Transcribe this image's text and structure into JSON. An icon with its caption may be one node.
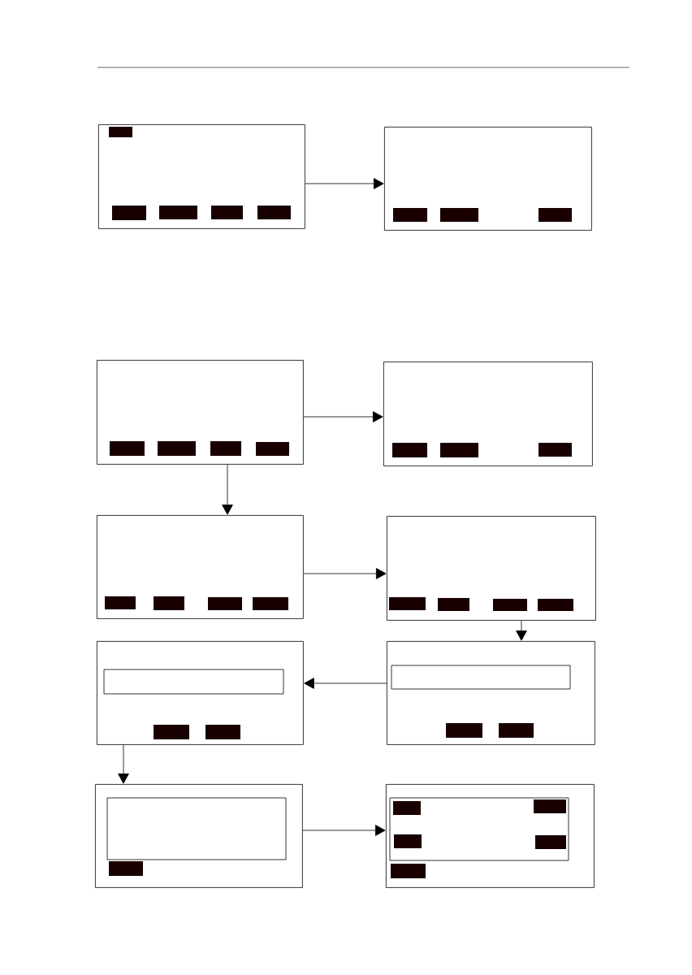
{
  "diagram": {
    "nodes": [
      {
        "text": [],
        "shape": "box"
      },
      {
        "text": [],
        "shape": "box"
      },
      {
        "text": [],
        "shape": "box"
      },
      {
        "text": [],
        "shape": "box"
      },
      {
        "text": [],
        "shape": "box"
      },
      {
        "text": [],
        "shape": "box"
      },
      {
        "text": [],
        "shape": "box"
      },
      {
        "text": [],
        "shape": "box"
      },
      {
        "text": [],
        "shape": "box"
      },
      {
        "text": [],
        "shape": "box"
      }
    ],
    "edges": [
      {
        "from": 0,
        "to": 1,
        "arrow": "to"
      },
      {
        "from": 2,
        "to": 3,
        "arrow": "to"
      },
      {
        "from": 2,
        "to": 4,
        "arrow": "to"
      },
      {
        "from": 4,
        "to": 5,
        "arrow": "to"
      },
      {
        "from": 5,
        "to": 7,
        "arrow": "to"
      },
      {
        "from": 7,
        "to": 6,
        "arrow": "to"
      },
      {
        "from": 6,
        "to": 8,
        "arrow": "to"
      },
      {
        "from": 8,
        "to": 9,
        "arrow": "to"
      }
    ]
  }
}
